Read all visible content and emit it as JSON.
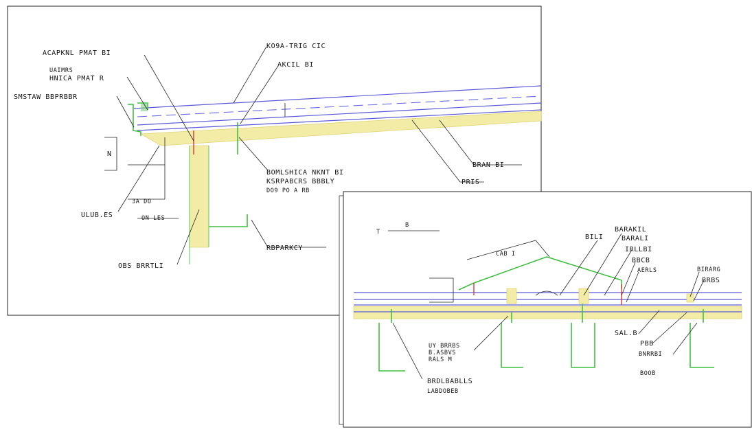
{
  "sheet_a": {
    "labels": {
      "top_left": "ACAPKNL PMAT BI",
      "top_center": "KO9A-TRIG CIC",
      "top_right": "AKCIL BI",
      "left_mid1": "UAIMRS",
      "left_mid2": "HNICA PMAT R",
      "left_strip": "SMSTAW BBPRBBR",
      "right_center1": "BOMLSHICA NKNT BI",
      "right_center2": "KSRPABCRS BBBLY",
      "right_center3": "DO9 PO A RB",
      "right_top_beam": "BRAN BI",
      "right_beam2": "PRIS",
      "dim1": "N",
      "dim2": "3A DO",
      "dim3": "ON LES",
      "bottom_left": "ULUB.ES",
      "bottom_center": "RBPARKCY",
      "bottom_post": "OBS BRRTLI"
    }
  },
  "sheet_b": {
    "labels": {
      "top_marker": "B",
      "dim_top": "T",
      "dim_top_b": "CAB I",
      "l1": "BILI",
      "l2": "BARAKIL",
      "l3": "BARALI",
      "l4": "IRLLBI",
      "l5": "BBCB",
      "l6": "AERLS",
      "r1": "BIRARG",
      "r2": "BRBS",
      "m1": "SAL.B",
      "m2": "PBB",
      "m3": "BNRRBI",
      "bottom_note": "BOOB",
      "left_note1": "UY BRRBS",
      "left_note2": "B.ASBVS",
      "left_note3": "RALS M",
      "bottom_left1": "BRDLBABLLS",
      "bottom_left2": "LABDOBEB"
    }
  },
  "colors": {
    "sheet_frame": "#222222",
    "membrane_blue": "#5a5ad6",
    "steel_green": "#3fbf3f",
    "timber_yellow": "#f2eca6",
    "fixing_red": "#d43a3a"
  }
}
